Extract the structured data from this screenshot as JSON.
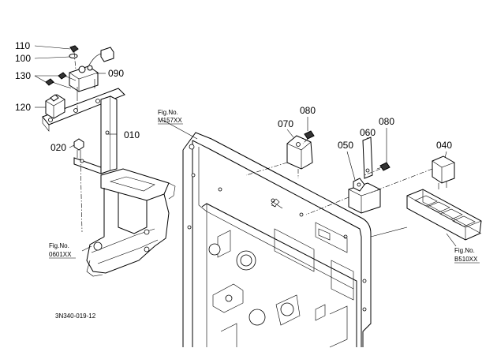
{
  "labels": {
    "p110": "110",
    "p100": "100",
    "p130": "130",
    "p120": "120",
    "p090": "090",
    "p010": "010",
    "p020": "020",
    "p070": "070",
    "p080a": "080",
    "p060": "060",
    "p080b": "080",
    "p050": "050",
    "p040": "040"
  },
  "refs": {
    "m157_title": "Fig.No.",
    "m157_code": "M157XX",
    "r0601_title": "Fig.No.",
    "r0601_code": "0601XX",
    "b510_title": "Fig.No.",
    "b510_code": "B510XX"
  },
  "drawing_code": "3N340-019-12"
}
